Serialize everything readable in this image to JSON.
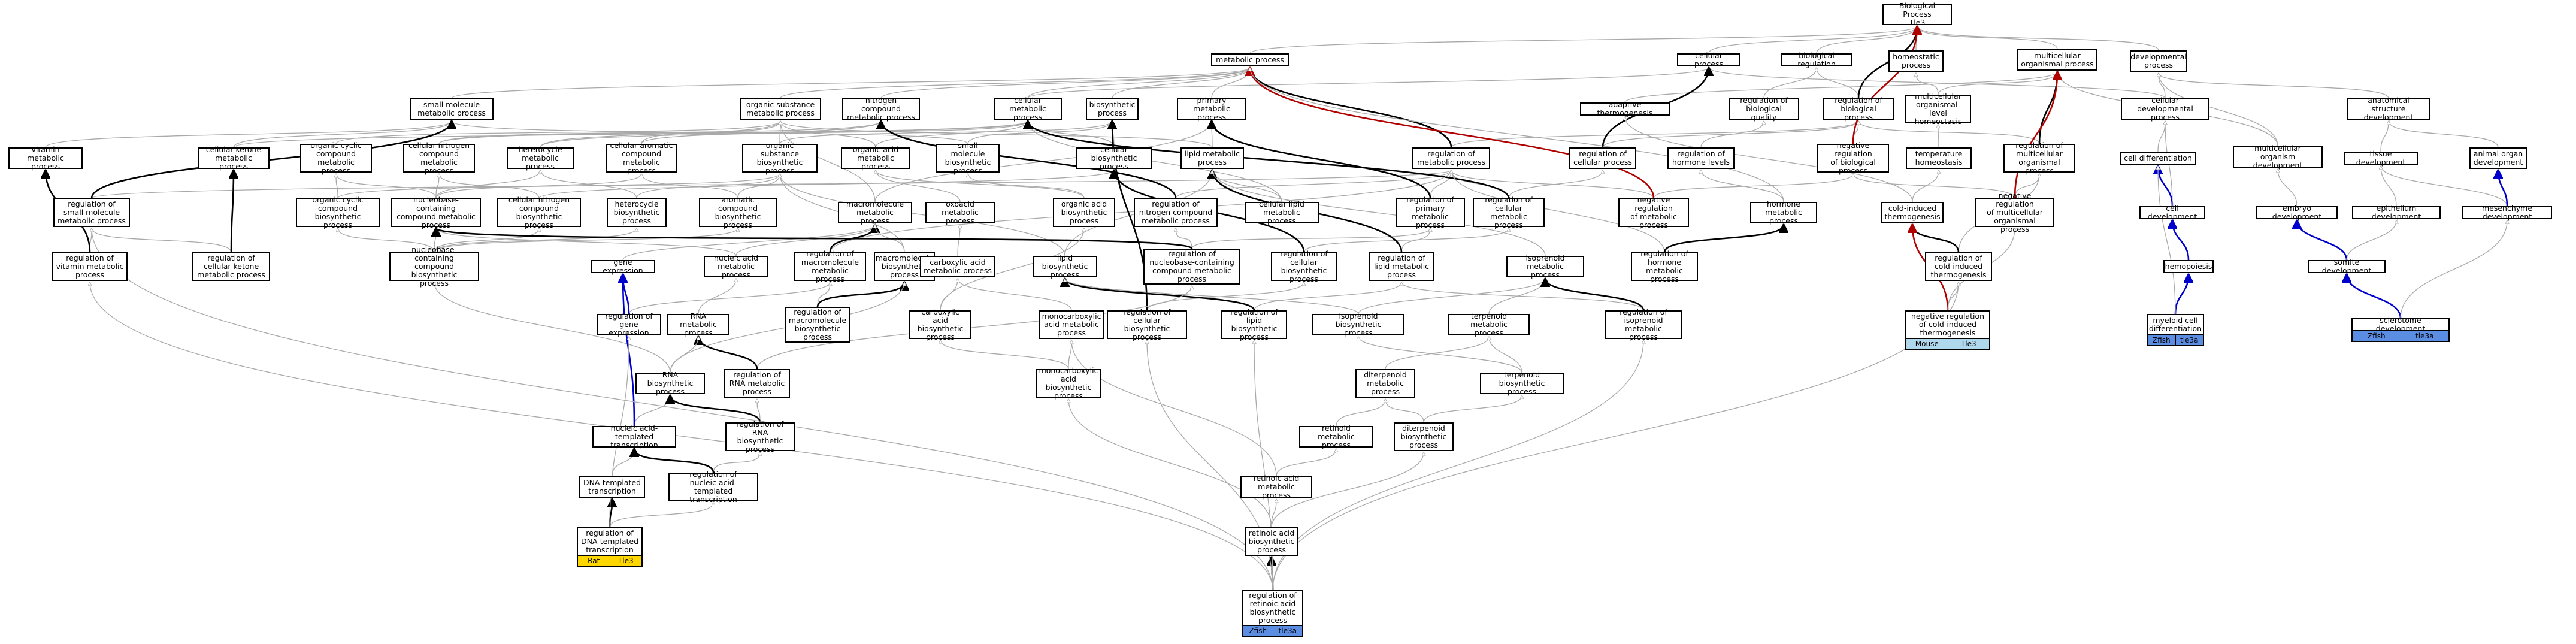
{
  "colors": {
    "gray_edge": "#a9a9a9",
    "black_edge": "#000000",
    "red_edge": "#b00000",
    "blue_edge": "#0000cc",
    "tag_yellow": "#ffd700",
    "tag_lightblue": "#b0d8ec",
    "tag_blue": "#5b8de3"
  },
  "nodes": [
    {
      "id": "bp",
      "label": "Biological Process\nTle3"
    },
    {
      "id": "metab",
      "label": "metabolic process"
    },
    {
      "id": "cellp",
      "label": "cellular process"
    },
    {
      "id": "bioreg",
      "label": "biological regulation"
    },
    {
      "id": "homeo",
      "label": "homeostatic\nprocess"
    },
    {
      "id": "multi",
      "label": "multicellular\norganismal process"
    },
    {
      "id": "devp",
      "label": "developmental\nprocess"
    },
    {
      "id": "smm",
      "label": "small molecule\nmetabolic process"
    },
    {
      "id": "osm",
      "label": "organic substance\nmetabolic process"
    },
    {
      "id": "ncm",
      "label": "nitrogen compound\nmetabolic process"
    },
    {
      "id": "cmp",
      "label": "cellular metabolic\nprocess"
    },
    {
      "id": "biosyn",
      "label": "biosynthetic\nprocess"
    },
    {
      "id": "pmp",
      "label": "primary metabolic\nprocess"
    },
    {
      "id": "adapt",
      "label": "adaptive thermogenesis"
    },
    {
      "id": "rbq",
      "label": "regulation of\nbiological quality"
    },
    {
      "id": "rbp",
      "label": "regulation of\nbiological process"
    },
    {
      "id": "mcoh",
      "label": "multicellular\norganismal-level\nhomeostasis"
    },
    {
      "id": "cdev",
      "label": "cellular developmental\nprocess"
    },
    {
      "id": "mod",
      "label": "multicellular\norganism development"
    },
    {
      "id": "asd",
      "label": "anatomical structure\ndevelopment"
    },
    {
      "id": "vit",
      "label": "vitamin metabolic\nprocess"
    },
    {
      "id": "ckm",
      "label": "cellular ketone\nmetabolic process"
    },
    {
      "id": "occm",
      "label": "organic cyclic\ncompound metabolic\nprocess"
    },
    {
      "id": "cncm",
      "label": "cellular nitrogen\ncompound metabolic\nprocess"
    },
    {
      "id": "het",
      "label": "heterocycle\nmetabolic process"
    },
    {
      "id": "cacm",
      "label": "cellular aromatic\ncompound metabolic\nprocess"
    },
    {
      "id": "osb",
      "label": "organic substance\nbiosynthetic\nprocess"
    },
    {
      "id": "oam",
      "label": "organic acid\nmetabolic process"
    },
    {
      "id": "smb",
      "label": "small molecule\nbiosynthetic\nprocess"
    },
    {
      "id": "cbp",
      "label": "cellular biosynthetic\nprocess"
    },
    {
      "id": "lmp",
      "label": "lipid metabolic\nprocess"
    },
    {
      "id": "rmp",
      "label": "regulation of\nmetabolic process"
    },
    {
      "id": "rcp",
      "label": "regulation of\ncellular process"
    },
    {
      "id": "rhl",
      "label": "regulation of\nhormone levels"
    },
    {
      "id": "nrbp",
      "label": "negative regulation\nof biological\nprocess"
    },
    {
      "id": "th",
      "label": "temperature\nhomeostasis"
    },
    {
      "id": "rmop",
      "label": "regulation of\nmulticellular\norganismal process"
    },
    {
      "id": "celldiff",
      "label": "cell differentiation"
    },
    {
      "id": "tissue",
      "label": "tissue development"
    },
    {
      "id": "aod",
      "label": "animal organ\ndevelopment"
    },
    {
      "id": "rsm",
      "label": "regulation of\nsmall molecule\nmetabolic process"
    },
    {
      "id": "occb",
      "label": "organic cyclic\ncompound biosynthetic\nprocess"
    },
    {
      "id": "nbcm",
      "label": "nucleobase-containing\ncompound metabolic\nprocess"
    },
    {
      "id": "cncb",
      "label": "cellular nitrogen\ncompound biosynthetic\nprocess"
    },
    {
      "id": "hetb",
      "label": "heterocycle\nbiosynthetic\nprocess"
    },
    {
      "id": "acb",
      "label": "aromatic compound\nbiosynthetic\nprocess"
    },
    {
      "id": "mmp",
      "label": "macromolecule\nmetabolic process"
    },
    {
      "id": "oxo",
      "label": "oxoacid metabolic\nprocess"
    },
    {
      "id": "oab",
      "label": "organic acid\nbiosynthetic\nprocess"
    },
    {
      "id": "rncm",
      "label": "regulation of\nnitrogen compound\nmetabolic process"
    },
    {
      "id": "clm",
      "label": "cellular lipid\nmetabolic process"
    },
    {
      "id": "rpmp",
      "label": "regulation of\nprimary metabolic\nprocess"
    },
    {
      "id": "rcmp",
      "label": "regulation of\ncellular metabolic\nprocess"
    },
    {
      "id": "nrmp",
      "label": "negative regulation\nof metabolic\nprocess"
    },
    {
      "id": "hmp",
      "label": "hormone metabolic\nprocess"
    },
    {
      "id": "cit",
      "label": "cold-induced\nthermogenesis"
    },
    {
      "id": "nrmop",
      "label": "negative regulation\nof multicellular\norganismal process"
    },
    {
      "id": "celldev",
      "label": "cell development"
    },
    {
      "id": "embryo",
      "label": "embryo development"
    },
    {
      "id": "epi",
      "label": "epithelium development"
    },
    {
      "id": "mes",
      "label": "mesenchyme development"
    },
    {
      "id": "rvit",
      "label": "regulation of\nvitamin metabolic\nprocess"
    },
    {
      "id": "rckm",
      "label": "regulation of\ncellular ketone\nmetabolic process"
    },
    {
      "id": "nbcb",
      "label": "nucleobase-containing\ncompound biosynthetic\nprocess"
    },
    {
      "id": "ge",
      "label": "gene expression"
    },
    {
      "id": "nam",
      "label": "nucleic acid\nmetabolic process"
    },
    {
      "id": "rmmp",
      "label": "regulation of\nmacromolecule\nmetabolic process"
    },
    {
      "id": "mbp",
      "label": "macromolecule\nbiosynthetic\nprocess"
    },
    {
      "id": "cam",
      "label": "carboxylic acid\nmetabolic process"
    },
    {
      "id": "lbp",
      "label": "lipid biosynthetic\nprocess"
    },
    {
      "id": "rnbcm",
      "label": "regulation of\nnucleobase-containing\ncompound metabolic\nprocess"
    },
    {
      "id": "rcbp",
      "label": "regulation of\ncellular biosynthetic\nprocess"
    },
    {
      "id": "rlmp",
      "label": "regulation of\nlipid metabolic\nprocess"
    },
    {
      "id": "isom",
      "label": "isoprenoid metabolic\nprocess"
    },
    {
      "id": "rhmp",
      "label": "regulation of\nhormone metabolic\nprocess"
    },
    {
      "id": "rcit",
      "label": "regulation of\ncold-induced\nthermogenesis"
    },
    {
      "id": "hemo",
      "label": "hemopoiesis"
    },
    {
      "id": "somite",
      "label": "somite development"
    },
    {
      "id": "rge",
      "label": "regulation of\ngene expression"
    },
    {
      "id": "rnam",
      "label": "RNA metabolic\nprocess"
    },
    {
      "id": "rmbp",
      "label": "regulation of\nmacromolecule\nbiosynthetic\nprocess"
    },
    {
      "id": "cab",
      "label": "carboxylic acid\nbiosynthetic\nprocess"
    },
    {
      "id": "mcm",
      "label": "monocarboxylic\nacid metabolic\nprocess"
    },
    {
      "id": "rcb2",
      "label": "regulation of\ncellular biosynthetic\nprocess"
    },
    {
      "id": "rlbp",
      "label": "regulation of\nlipid biosynthetic\nprocess"
    },
    {
      "id": "isob",
      "label": "isoprenoid biosynthetic\nprocess"
    },
    {
      "id": "terp",
      "label": "terpenoid metabolic\nprocess"
    },
    {
      "id": "rism",
      "label": "regulation of\nisoprenoid metabolic\nprocess"
    },
    {
      "id": "nrcit",
      "label": "negative regulation\nof cold-induced\nthermogenesis",
      "tags": [
        {
          "text": "Mouse",
          "color": "tag_lightblue"
        },
        {
          "text": "Tle3",
          "color": "tag_lightblue"
        }
      ]
    },
    {
      "id": "myeloid",
      "label": "myeloid cell\ndifferentiation",
      "tags": [
        {
          "text": "Zfish",
          "color": "tag_blue"
        },
        {
          "text": "tle3a",
          "color": "tag_blue"
        }
      ]
    },
    {
      "id": "sclero",
      "label": "sclerotome development",
      "tags": [
        {
          "text": "Zfish",
          "color": "tag_blue"
        },
        {
          "text": "tle3a",
          "color": "tag_blue"
        }
      ]
    },
    {
      "id": "rrna",
      "label": "regulation of\nRNA metabolic\nprocess"
    },
    {
      "id": "rnab",
      "label": "RNA biosynthetic\nprocess"
    },
    {
      "id": "mcb",
      "label": "monocarboxylic\nacid biosynthetic\nprocess"
    },
    {
      "id": "dit",
      "label": "diterpenoid\nmetabolic\nprocess"
    },
    {
      "id": "terpb",
      "label": "terpenoid biosynthetic\nprocess"
    },
    {
      "id": "natt",
      "label": "nucleic acid-templated\ntranscription"
    },
    {
      "id": "rrnab",
      "label": "regulation of\nRNA biosynthetic\nprocess"
    },
    {
      "id": "retm",
      "label": "retinoid metabolic\nprocess"
    },
    {
      "id": "ditb",
      "label": "diterpenoid\nbiosynthetic\nprocess"
    },
    {
      "id": "dtt",
      "label": "DNA-templated\ntranscription"
    },
    {
      "id": "rnatt",
      "label": "regulation of\nnucleic acid-templated\ntranscription"
    },
    {
      "id": "ram",
      "label": "retinoic acid\nmetabolic process"
    },
    {
      "id": "rdtt",
      "label": "regulation of\nDNA-templated\ntranscription",
      "tags": [
        {
          "text": "Rat",
          "color": "tag_yellow"
        },
        {
          "text": "Tle3",
          "color": "tag_yellow"
        }
      ]
    },
    {
      "id": "rab",
      "label": "retinoic acid\nbiosynthetic\nprocess"
    },
    {
      "id": "rrab",
      "label": "regulation of\nretinoic acid\nbiosynthetic\nprocess",
      "tags": [
        {
          "text": "Zfish",
          "color": "tag_blue"
        },
        {
          "text": "tle3a",
          "color": "tag_blue"
        }
      ]
    }
  ]
}
